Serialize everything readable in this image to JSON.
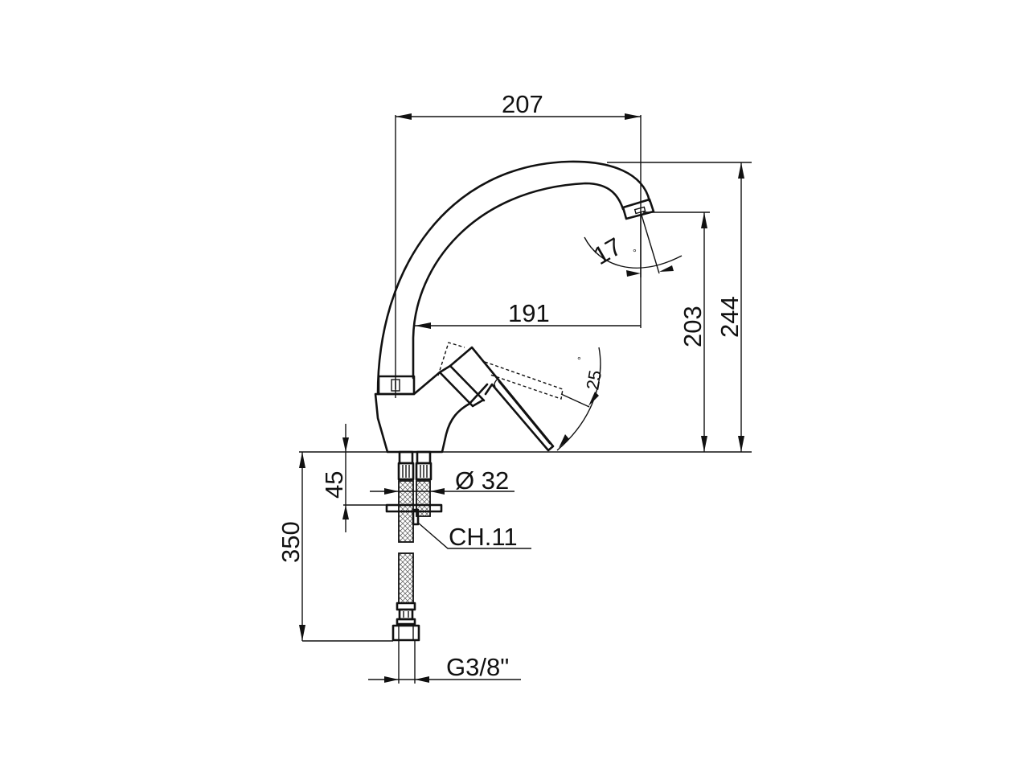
{
  "drawing": {
    "subject": "Single-lever kitchen mixer tap with swivel spout",
    "units": "mm",
    "dimensions": {
      "overall_reach": "207",
      "spout_reach": "191",
      "overall_height": "244",
      "spout_outlet_height": "203",
      "hose_length": "350",
      "shank_length": "45",
      "hole_diameter": "Ø 32",
      "wrench_size": "CH.11",
      "hose_connection": "G3/8\""
    },
    "angles": {
      "spout_tilt": "17",
      "lever_travel": "25",
      "degree_symbol": "°"
    },
    "colors": {
      "line": "#111111",
      "background": "#ffffff"
    }
  }
}
